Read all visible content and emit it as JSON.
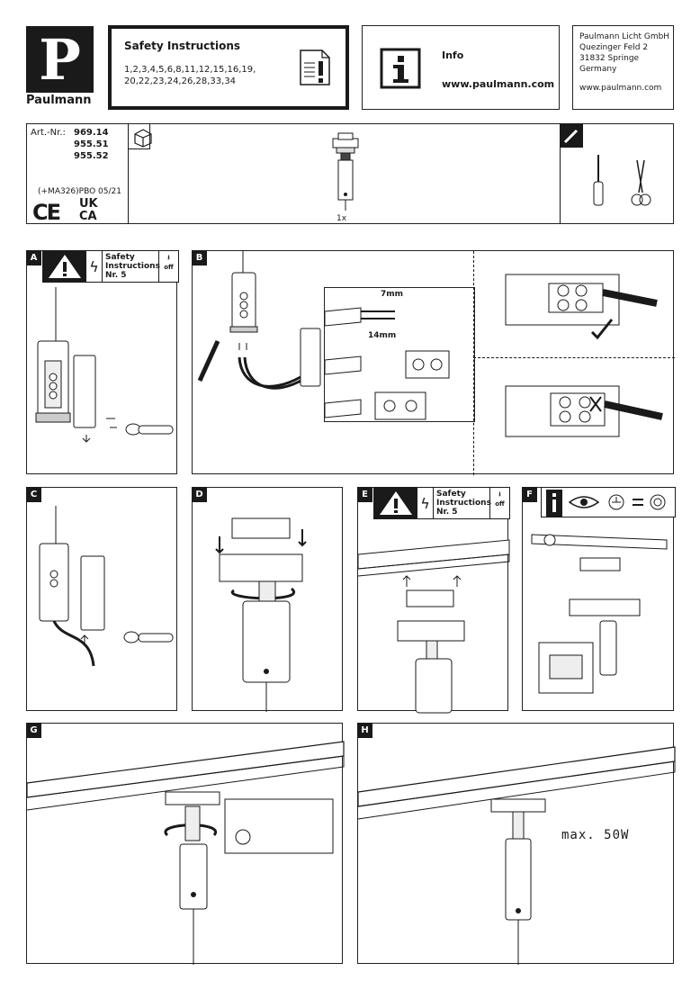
{
  "brand": {
    "logo_letter": "P",
    "name": "Paulmann"
  },
  "safety_header": {
    "title": "Safety  Instructions",
    "numbers_line1": "1,2,3,4,5,6,8,11,12,15,16,19,",
    "numbers_line2": "20,22,23,24,26,28,33,34",
    "icon": "document-warning-icon"
  },
  "info": {
    "title": "Info",
    "url": "www.paulmann.com",
    "icon": "info-icon"
  },
  "address": {
    "company": "Paulmann Licht GmbH",
    "street": "Quezinger Feld 2",
    "city": "31832 Springe",
    "country": "Germany",
    "web": "www.paulmann.com"
  },
  "article": {
    "label": "Art.-Nr.:",
    "numbers": [
      "969.14",
      "955.51",
      "955.52"
    ],
    "code": "(+MA326)PBO 05/21",
    "ce_mark": "CE",
    "ukca_top": "UK",
    "ukca_bottom": "CA",
    "box_icon": "package-icon",
    "quantity": "1x",
    "tools_icon": "screwdriver-icon"
  },
  "steps": {
    "a": "A",
    "b": "B",
    "c": "C",
    "d": "D",
    "e": "E",
    "f": "F",
    "g": "G",
    "h": "H"
  },
  "safety_strip": {
    "line1": "Safety",
    "line2": "Instructions",
    "line3": "Nr. 5",
    "off": "off"
  },
  "step_b": {
    "strip_len": "7mm",
    "total_len": "14mm"
  },
  "step_h": {
    "max_power": "max. 50W"
  },
  "colors": {
    "ink": "#1a1a1a",
    "paper": "#ffffff",
    "gray": "#bdbdbd"
  }
}
